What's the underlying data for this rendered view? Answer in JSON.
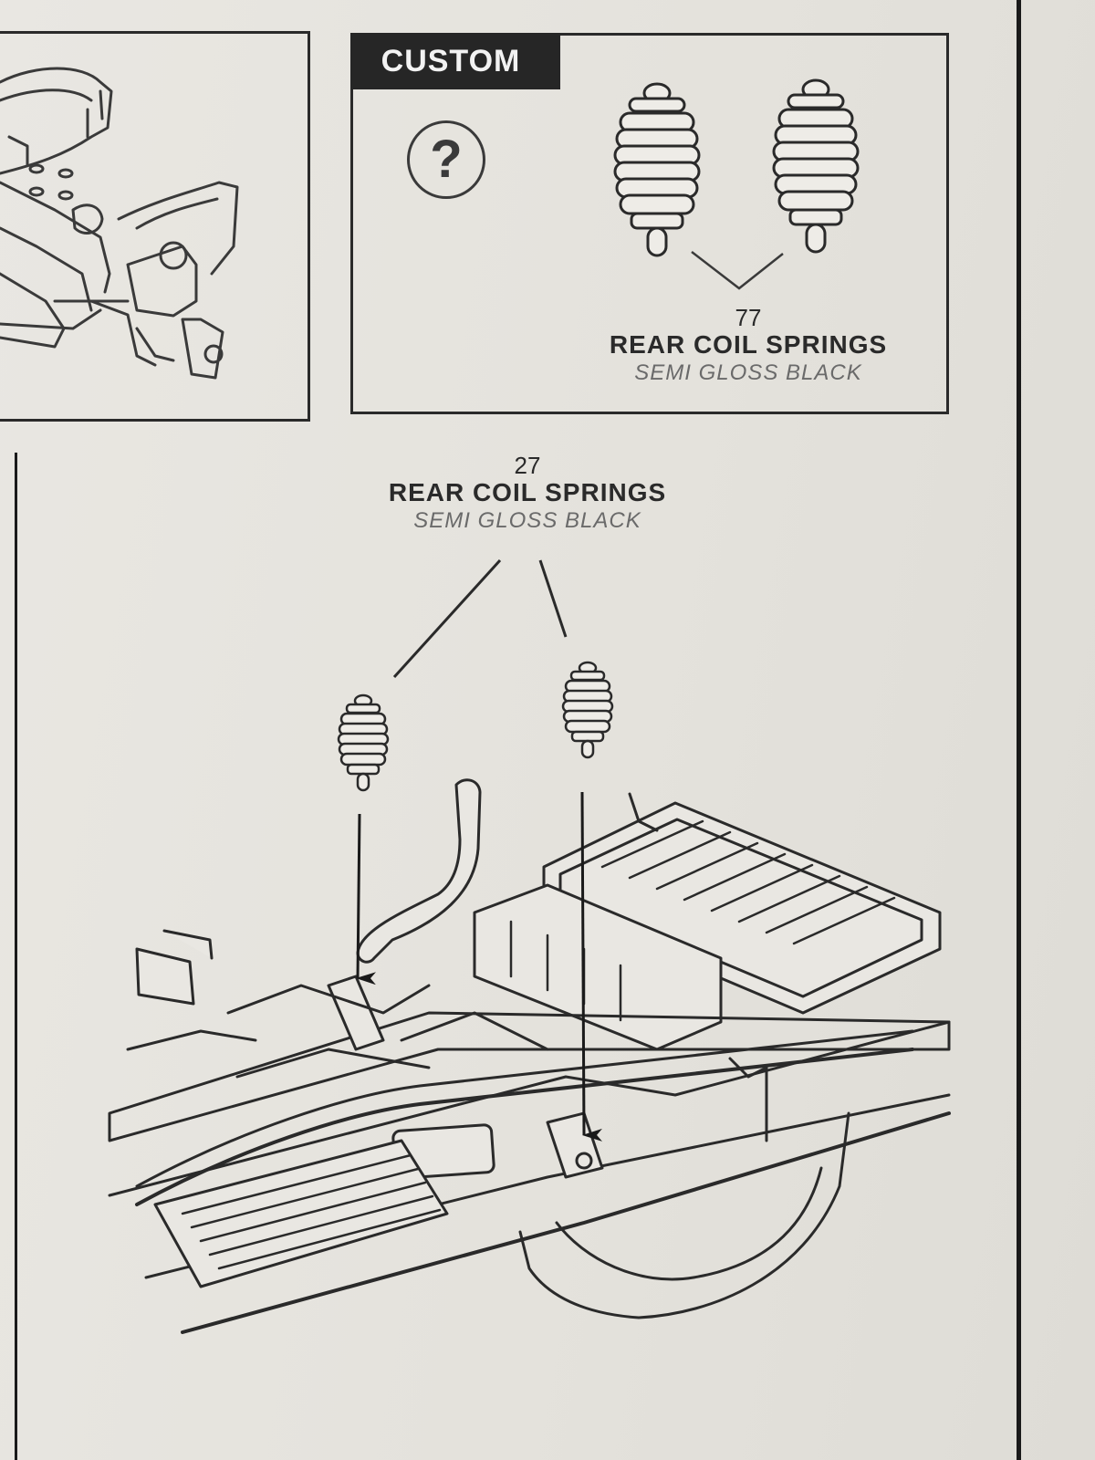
{
  "custom_panel": {
    "tag_label": "CUSTOM",
    "help_glyph": "?",
    "part": {
      "number": "77",
      "name": "REAR COIL SPRINGS",
      "finish": "SEMI GLOSS BLACK"
    }
  },
  "main_step": {
    "part": {
      "number": "27",
      "name": "REAR COIL SPRINGS",
      "finish": "SEMI GLOSS BLACK"
    }
  }
}
